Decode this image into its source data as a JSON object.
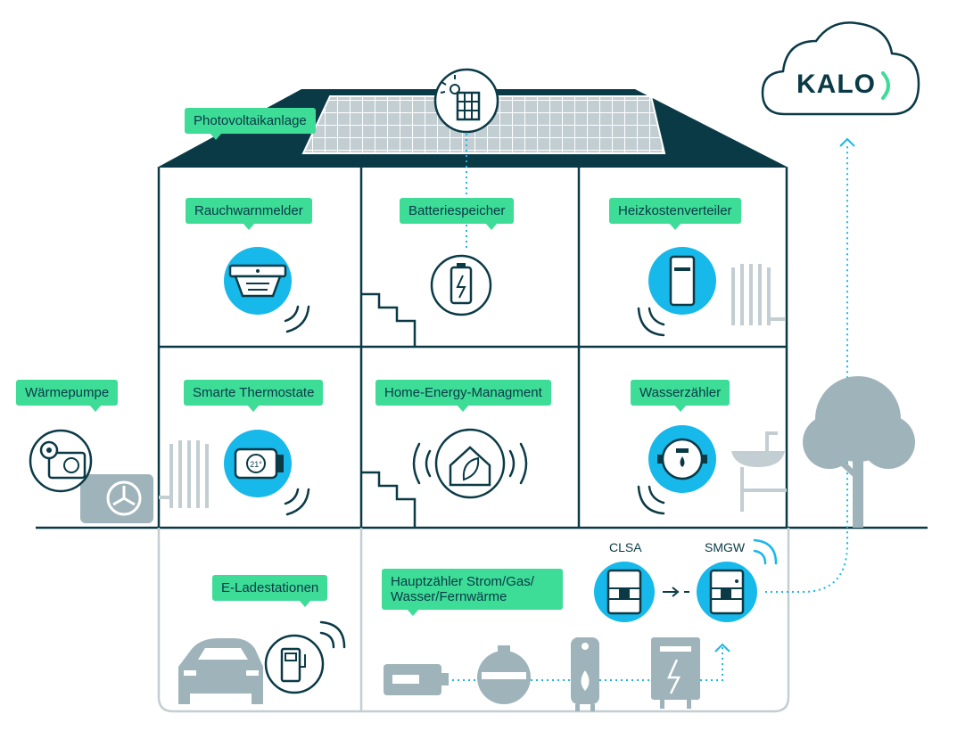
{
  "brand": {
    "name": "KALO",
    "accent": "#3ddc97",
    "dark": "#0b3a47",
    "device_blue": "#17b8ea",
    "grey": "#9fb3ba"
  },
  "labels": {
    "photovoltaik": "Photovoltaikanlage",
    "rauchwarnmelder": "Rauchwarnmelder",
    "batteriespeicher": "Batteriespeicher",
    "heizkostenverteiler": "Heizkostenverteiler",
    "waermepumpe": "Wärmepumpe",
    "thermostate": "Smarte Thermostate",
    "hem": "Home-Energy-Managment",
    "wasserzaehler": "Wasserzähler",
    "ladestationen": "E-Ladestationen",
    "hauptzaehler": "Hauptzähler Strom/Gas/ Wasser/Fernwärme",
    "clsa": "CLSA",
    "smgw": "SMGW",
    "thermostat_display": "21°"
  },
  "icons": [
    "solar-panel-icon",
    "smoke-detector-icon",
    "battery-icon",
    "heat-cost-allocator-icon",
    "heat-pump-icon",
    "thermostat-icon",
    "home-energy-icon",
    "water-meter-icon",
    "charging-station-icon",
    "electricity-meter-icon",
    "gas-meter-icon",
    "boiler-icon",
    "power-meter-icon",
    "clsa-device-icon",
    "smgw-device-icon",
    "cloud-icon",
    "car-icon",
    "tree-icon",
    "radiator-icon",
    "sink-icon",
    "stairs-icon",
    "wifi-icon"
  ]
}
